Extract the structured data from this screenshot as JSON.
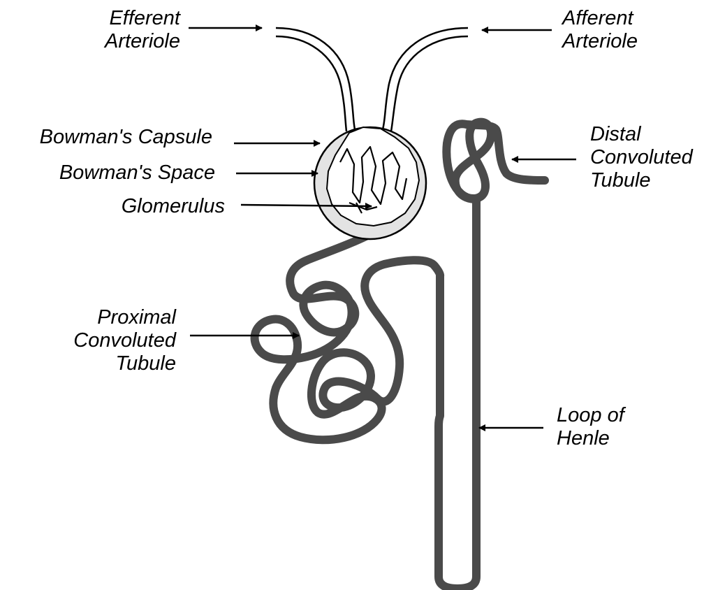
{
  "labels": {
    "efferent": [
      "Efferent",
      "Arteriole"
    ],
    "afferent": [
      "Afferent",
      "Arteriole"
    ],
    "bowmans_capsule": "Bowman's Capsule",
    "bowmans_space": "Bowman's Space",
    "glomerulus": "Glomerulus",
    "distal": [
      "Distal",
      "Convoluted",
      "Tubule"
    ],
    "proximal": [
      "Proximal",
      "Convoluted",
      "Tubule"
    ],
    "loop": [
      "Loop of",
      "Henle"
    ]
  },
  "colors": {
    "tubule": "#4a4a4a",
    "capsule_fill": "#e3e3e3",
    "ink": "#000000"
  }
}
